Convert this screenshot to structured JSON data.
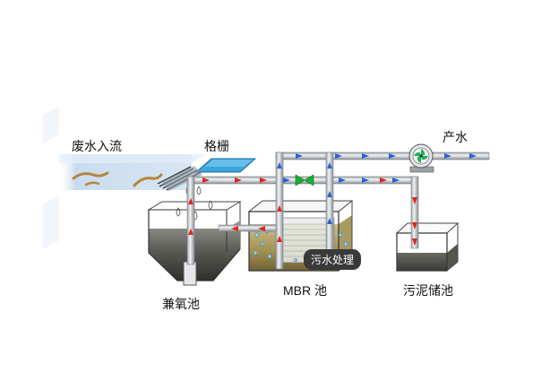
{
  "labels": {
    "inflow": "废水入流",
    "screen": "格栅",
    "output": "产水",
    "anoxic_tank": "兼氧池",
    "mbr_tank": "MBR 池",
    "sludge_tank": "污泥储池"
  },
  "tooltip": "污水处理",
  "colors": {
    "pipe": "#d9dde2",
    "pipe_edge": "#7a7f86",
    "flow_red": "#e2241c",
    "flow_blue": "#2a62d6",
    "valve": "#19b22f",
    "channel": "#c9dcef",
    "screen": "#3aa6dd",
    "water_dark": "#4a4a44",
    "mbr_water": "#a79a62",
    "pump_fan": "#22b35a"
  },
  "icons": [
    "pump-icon",
    "valve-icon",
    "membrane-module-icon"
  ]
}
